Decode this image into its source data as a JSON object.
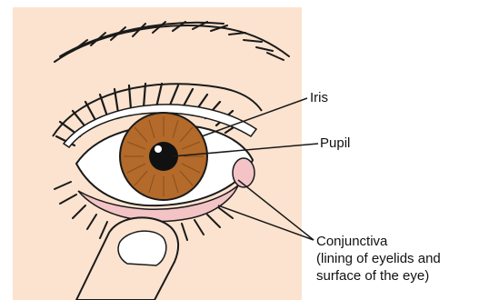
{
  "labels": {
    "iris": "Iris",
    "pupil": "Pupil",
    "conjunctiva": "Conjunctiva",
    "conjunctiva_note_line1": "(lining of eyelids and",
    "conjunctiva_note_line2": "surface of the eye)"
  },
  "colors": {
    "skin_background": "#fbe3cf",
    "iris": "#b36a2a",
    "pupil": "#111111",
    "conjunctiva_pink": "#f3c3c6",
    "outline": "#1a1a1a"
  }
}
